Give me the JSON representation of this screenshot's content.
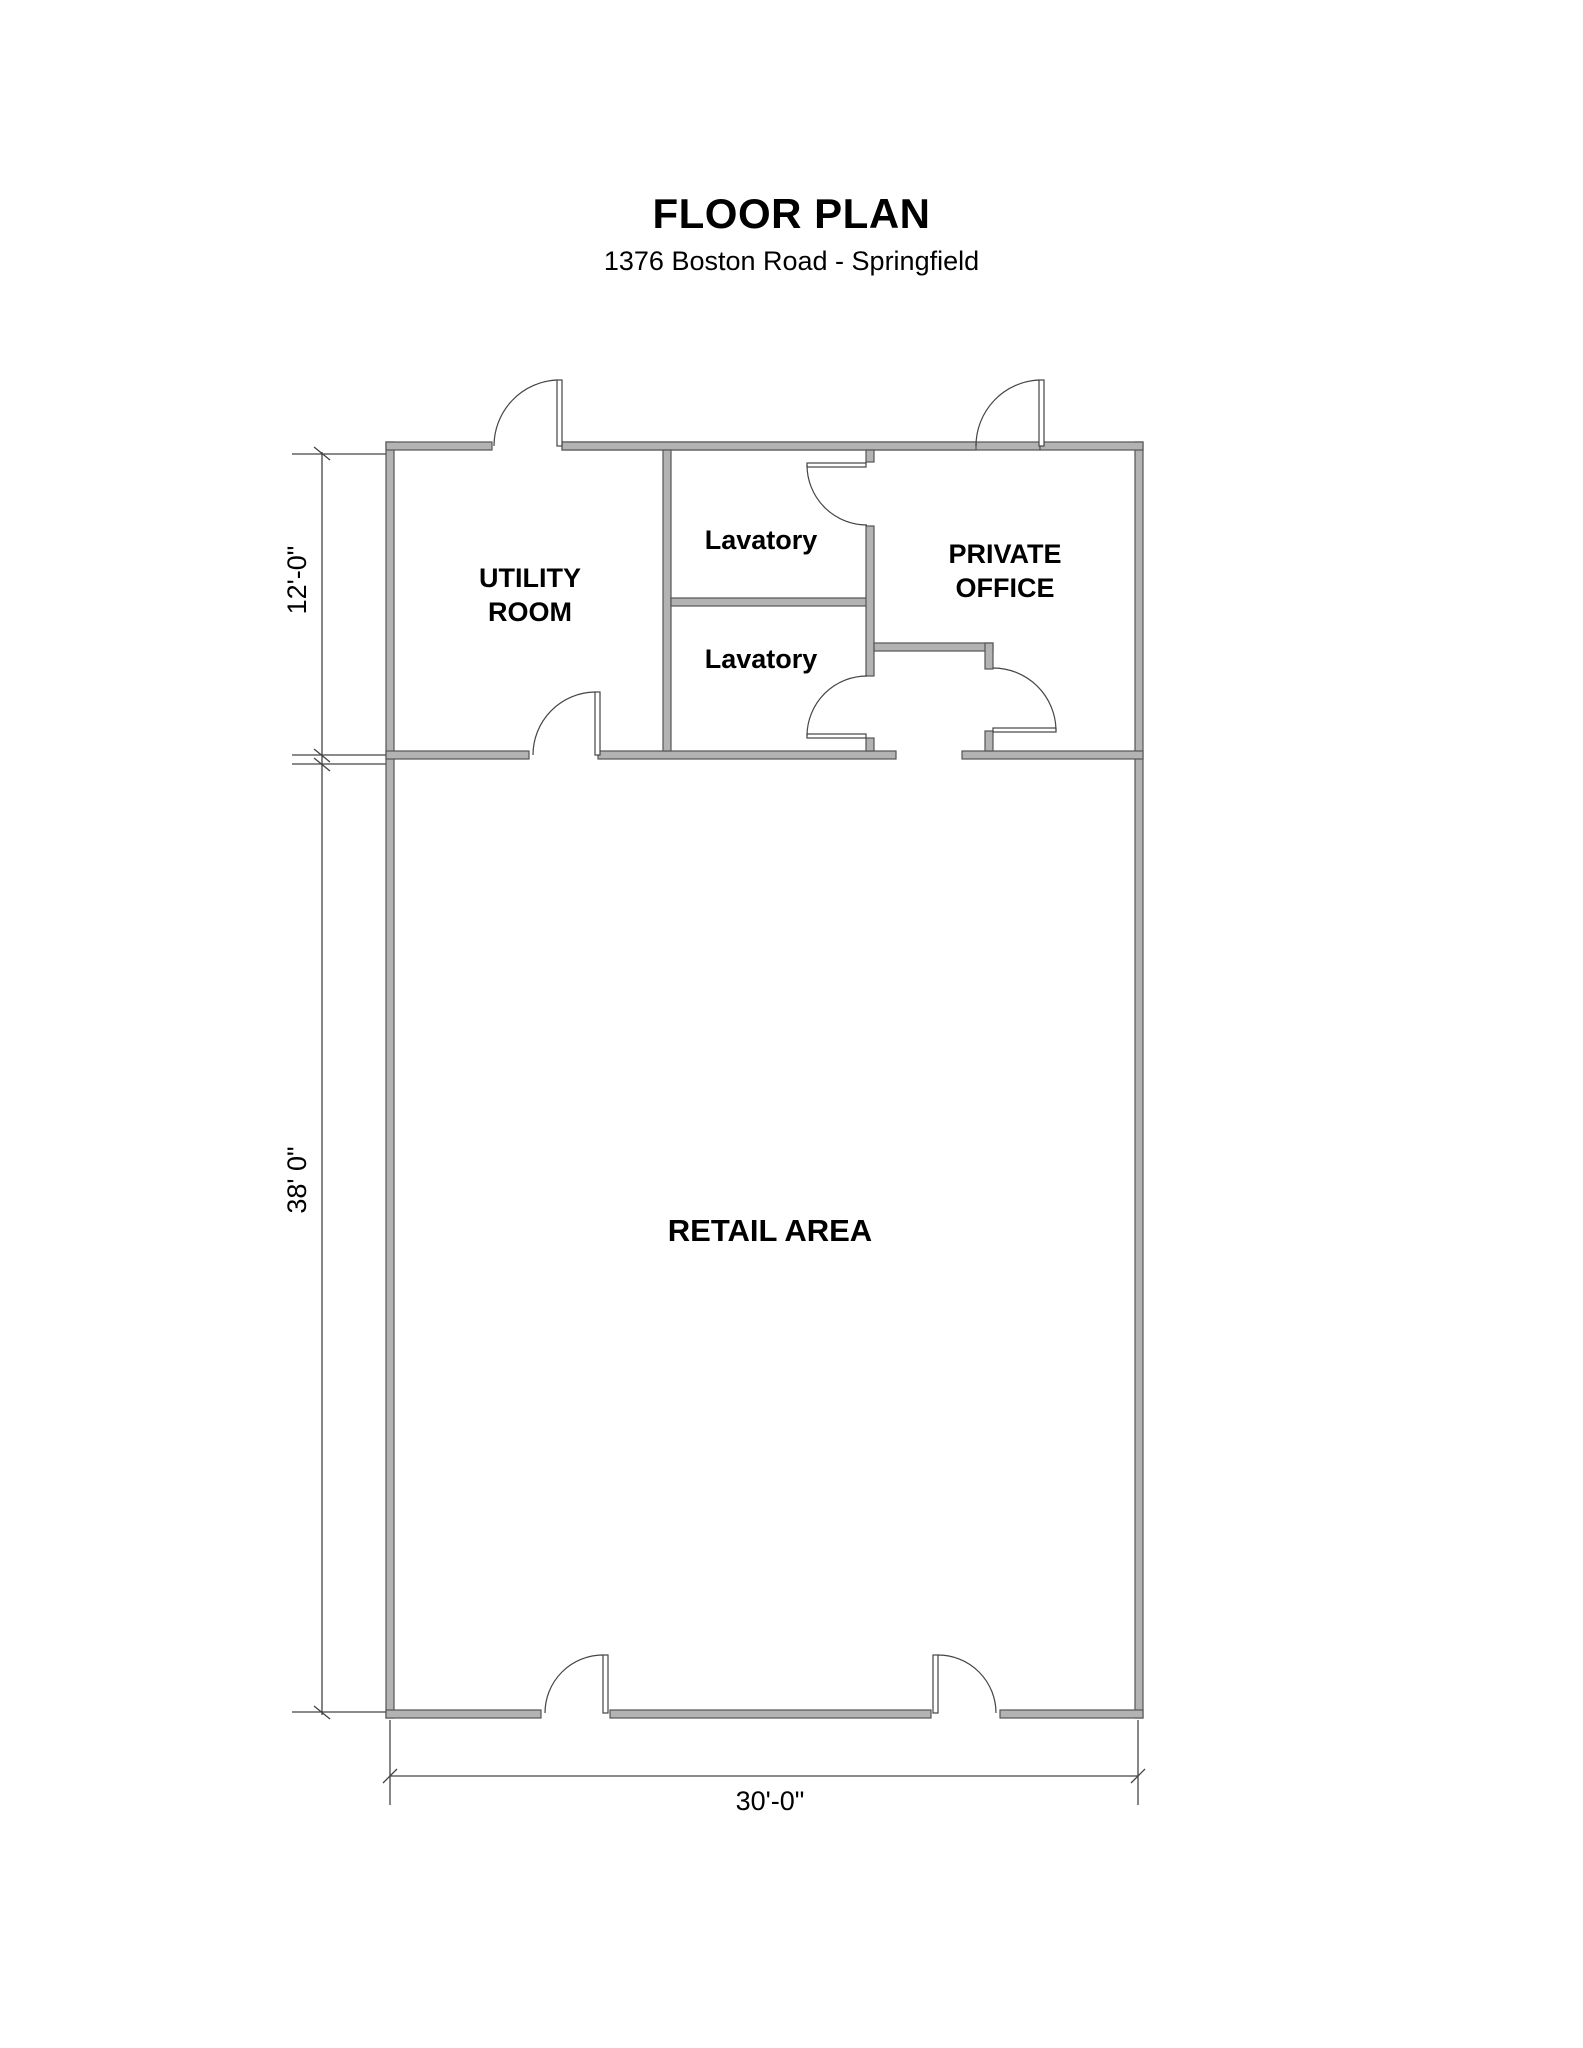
{
  "header": {
    "title": "FLOOR PLAN",
    "subtitle": "1376 Boston Road - Springfield"
  },
  "rooms": {
    "utility": {
      "line1": "UTILITY",
      "line2": "ROOM"
    },
    "lavatory_top": {
      "label": "Lavatory"
    },
    "lavatory_bottom": {
      "label": "Lavatory"
    },
    "private_office": {
      "line1": "PRIVATE",
      "line2": "OFFICE"
    },
    "retail": {
      "label": "RETAIL AREA"
    }
  },
  "dimensions": {
    "upper_depth": "12'-0\"",
    "lower_depth": "38' 0\"",
    "width": "30'-0\""
  },
  "colors": {
    "wall_fill": "#b3b3b3",
    "wall_outline": "#555555",
    "text": "#000000",
    "background": "#ffffff"
  }
}
